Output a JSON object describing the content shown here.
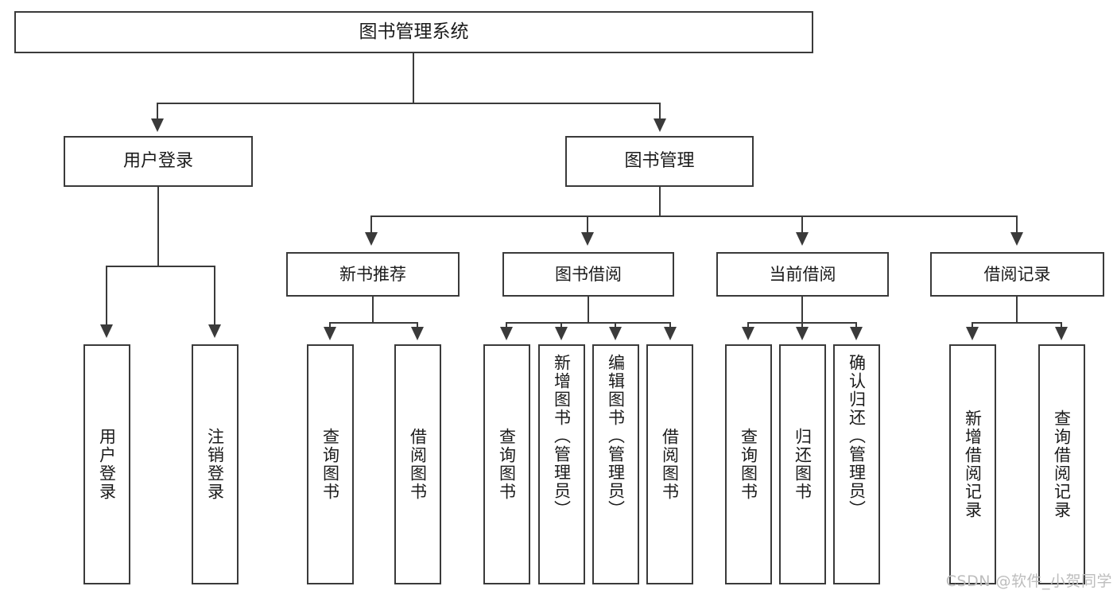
{
  "diagram": {
    "type": "tree",
    "title": "图书管理系统",
    "watermark": "CSDN @软件_小贺同学",
    "colors": {
      "border": "#3a3a3a",
      "background": "#ffffff",
      "text": "#1b1b1b",
      "watermark": "#bdbdbd"
    },
    "root": {
      "label": "图书管理系统"
    },
    "level2": [
      {
        "label": "用户登录"
      },
      {
        "label": "图书管理"
      }
    ],
    "level3": [
      {
        "label": "新书推荐"
      },
      {
        "label": "图书借阅"
      },
      {
        "label": "当前借阅"
      },
      {
        "label": "借阅记录"
      }
    ],
    "leaves": {
      "user_login": [
        {
          "label": "用户登录"
        },
        {
          "label": "注销登录"
        }
      ],
      "new_book": [
        {
          "label": "查询图书"
        },
        {
          "label": "借阅图书"
        }
      ],
      "book_borrow": [
        {
          "label": "查询图书"
        },
        {
          "label": "新增图书（管理员）"
        },
        {
          "label": "编辑图书（管理员）"
        },
        {
          "label": "借阅图书"
        }
      ],
      "current_borrow": [
        {
          "label": "查询图书"
        },
        {
          "label": "归还图书"
        },
        {
          "label": "确认归还（管理员）"
        }
      ],
      "borrow_record": [
        {
          "label": "新增借阅记录"
        },
        {
          "label": "查询借阅记录"
        }
      ]
    }
  }
}
